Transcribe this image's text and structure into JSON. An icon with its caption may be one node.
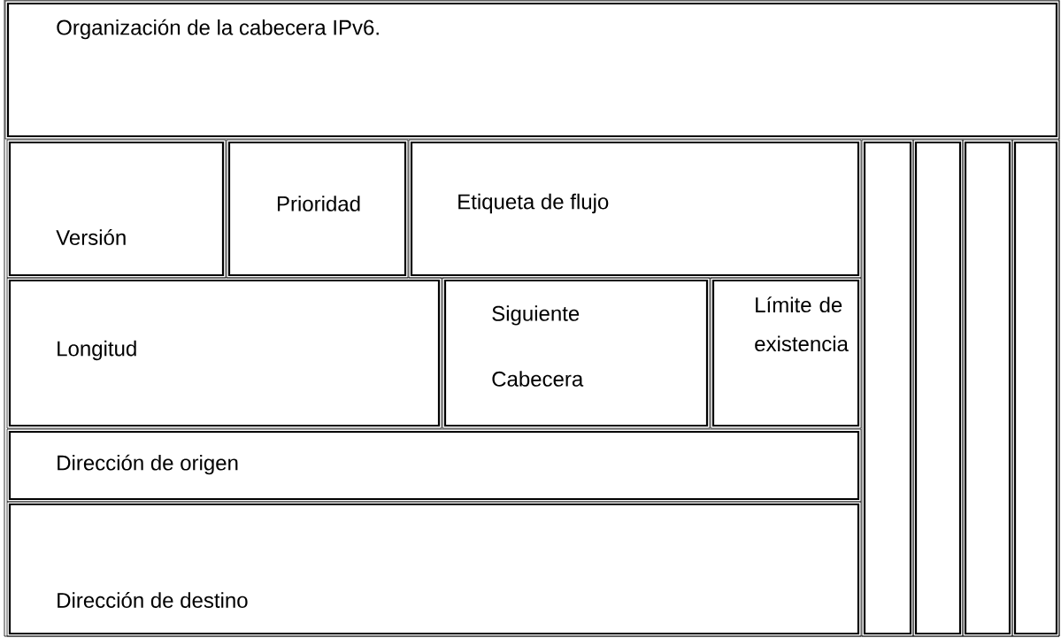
{
  "diagram": {
    "nodes": [
      {
        "text": [
          "Organización de la cabecera IPv6."
        ]
      },
      {
        "text": [
          "Versión"
        ]
      },
      {
        "text": [
          "Prioridad"
        ]
      },
      {
        "text": [
          "Etiqueta de flujo"
        ]
      },
      {
        "text": [
          "Longitud"
        ]
      },
      {
        "text": [
          "Siguiente Cabecera"
        ]
      },
      {
        "text": [
          "Límite de existencia"
        ]
      },
      {
        "text": [
          "Dirección de origen"
        ]
      },
      {
        "text": [
          "Dirección de destino"
        ]
      },
      {
        "text": [],
        "shape": "box"
      },
      {
        "text": [],
        "shape": "box"
      },
      {
        "text": [],
        "shape": "box"
      },
      {
        "text": [],
        "shape": "box"
      }
    ]
  }
}
